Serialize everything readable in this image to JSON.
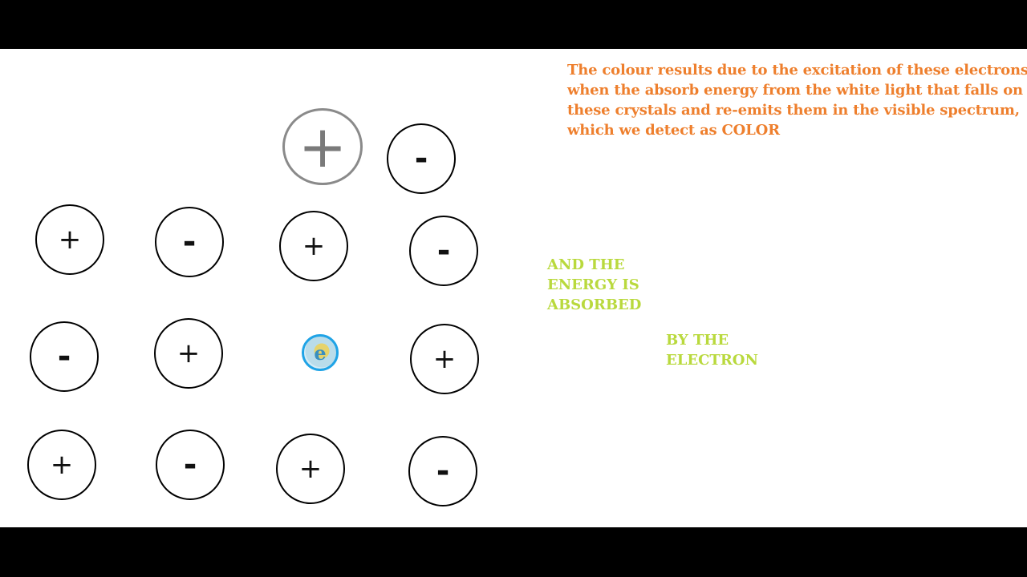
{
  "colors": {
    "bars": "#000000",
    "background": "#ffffff",
    "ion_border": "#000000",
    "highlighted_ion": "#8a8a8a",
    "electron": "#1fa3e6",
    "explanation_text": "#ee7f2d",
    "annotation_text": "#b9d93d"
  },
  "diagram": {
    "highlighted_pair": {
      "cation": "+",
      "anion": "-"
    },
    "lattice": [
      [
        "+",
        "-",
        "+",
        "-"
      ],
      [
        "-",
        "+",
        "",
        "+"
      ],
      [
        "+",
        "-",
        "+",
        "-"
      ]
    ],
    "electron_icon": "electron-icon"
  },
  "explanation": {
    "lines": [
      "The colour results due to the excitation of these electrons",
      "when the absorb energy from the white light that falls on",
      "these crystals and re-emits them in the visible spectrum,",
      "which we detect as COLOR"
    ]
  },
  "annotation_absorbed": {
    "lines": [
      "AND THE",
      "ENERGY IS",
      "ABSORBED"
    ]
  },
  "annotation_electron": {
    "lines": [
      "BY THE",
      "ELECTRON"
    ]
  }
}
